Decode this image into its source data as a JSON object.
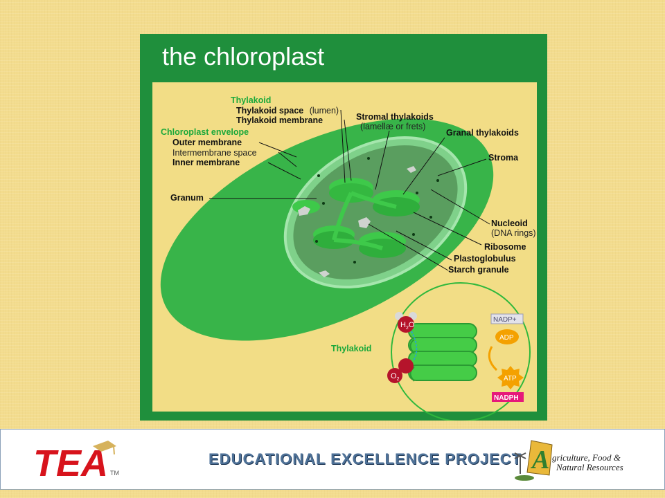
{
  "figure": {
    "title": "the chloroplast",
    "labels": {
      "thylakoid_heading": "Thylakoid",
      "thylakoid_space": "Thylakoid space",
      "lumen": "(lumen)",
      "thylakoid_membrane": "Thylakoid membrane",
      "stromal_thylakoids": "Stromal thylakoids",
      "lamellae": "(lamellæ or frets)",
      "granal_thylakoids": "Granal thylakoids",
      "envelope_heading": "Chloroplast envelope",
      "outer_membrane": "Outer membrane",
      "intermembrane_space": "Intermembrane space",
      "inner_membrane": "Inner membrane",
      "stroma": "Stroma",
      "granum": "Granum",
      "nucleoid": "Nucleoid",
      "dna_rings": "(DNA rings)",
      "ribosome": "Ribosome",
      "plastoglobulus": "Plastoglobulus",
      "starch_granule": "Starch granule"
    },
    "inset": {
      "label": "Thylakoid",
      "h2o_h": "H",
      "h2o_sub": "2",
      "h2o_o": "O",
      "o2_o": "O",
      "o2_sub": "2",
      "nadp_plus": "NADP+",
      "adp": "ADP",
      "atp": "ATP",
      "nadph": "NADPH"
    },
    "colors": {
      "frame": "#1f8f3c",
      "panel": "#f2dd86",
      "chloroplast_outer": "#38b449",
      "chloroplast_inner": "#5a9e5f",
      "thylakoid": "#3ec94a",
      "label_green": "#1aa83a",
      "nadph_badge": "#e6197a"
    }
  },
  "footer": {
    "tea_logo": "TEA",
    "tea_tm": "TM",
    "project_title": "EDUCATIONAL EXCELLENCE PROJECT",
    "afnr_line1": "griculture, Food &",
    "afnr_line2": "Natural Resources",
    "afnr_initial": "A"
  }
}
